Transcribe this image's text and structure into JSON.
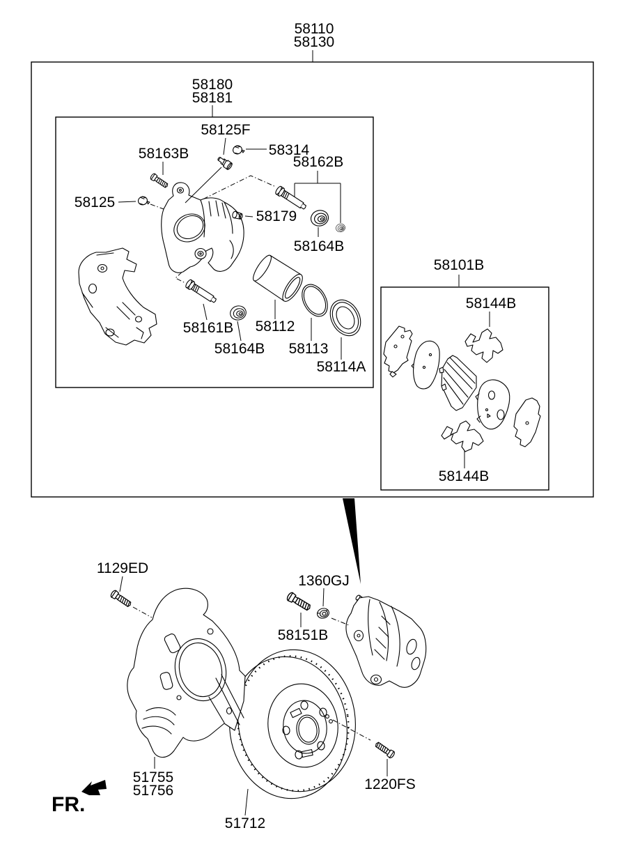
{
  "page": {
    "background_color": "#ffffff",
    "line_color": "#000000"
  },
  "labels": {
    "assembly_line1": "58110",
    "assembly_line2": "58130",
    "caliper_kit_line1": "58180",
    "caliper_kit_line2": "58181",
    "bleeder_screw": "58125F",
    "bleeder_clip": "58314",
    "mount_bolt_upper": "58163B",
    "guide_rod_upper_kit": "58162B",
    "retainer_clip": "58125",
    "end_cap": "58179",
    "rod_bushing_upper": "58164B",
    "guide_rod_lower": "58161B",
    "rod_bushing_lower": "58164B",
    "piston": "58112",
    "piston_seal": "58113",
    "piston_boot": "58114A",
    "pad_kit": "58101B",
    "pad_spring_top": "58144B",
    "pad_spring_bottom": "58144B",
    "shield_bolt": "1129ED",
    "caliper_washer": "1360GJ",
    "caliper_bolt": "58151B",
    "splash_shield_line1": "51755",
    "splash_shield_line2": "51756",
    "brake_disc": "51712",
    "hub_bolt": "1220FS",
    "front_marker": "FR."
  }
}
